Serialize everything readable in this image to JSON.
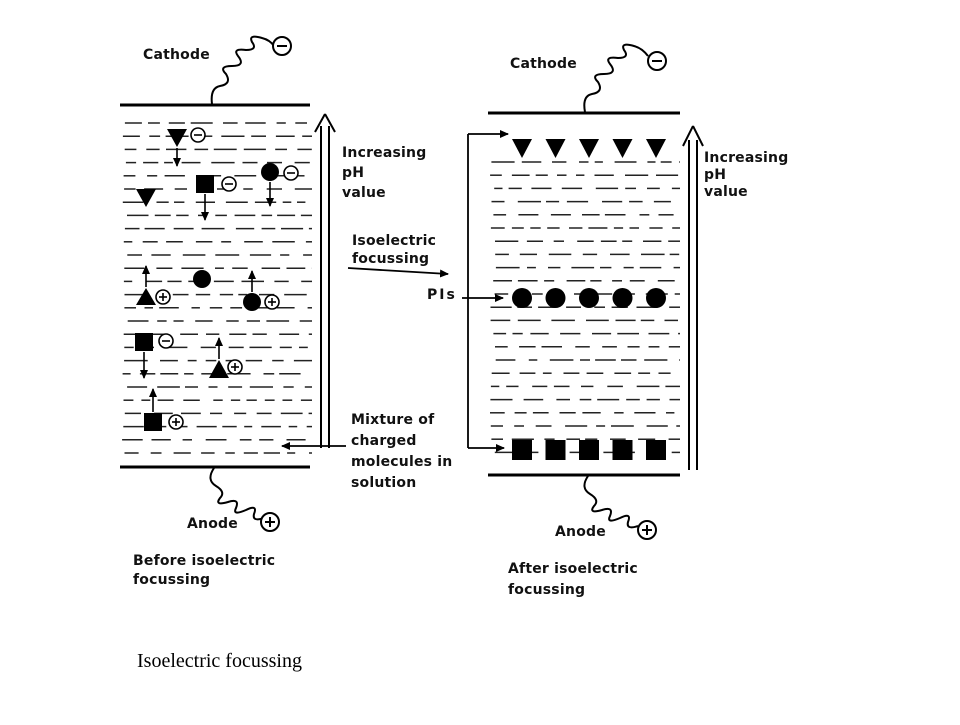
{
  "diagram": {
    "caption": "Isoelectric focussing",
    "before": {
      "cathode_label": "Cathode",
      "anode_label": "Anode",
      "ph_label": "Increasing\npH\nvalue",
      "title": "Before isoelectric\nfocussing",
      "mixture_label": "Mixture of\ncharged\nmolecules in\nsolution"
    },
    "process_label": "Isoelectric\nfocussing",
    "after": {
      "cathode_label": "Cathode",
      "anode_label": "Anode",
      "ph_label": "Increasing\npH\nvalue",
      "pis_label": "PIs",
      "title": "After isoelectric\nfocussing"
    },
    "charge_symbols": {
      "negative": "−",
      "positive": "+"
    },
    "legend_shapes": [
      "triangle",
      "circle",
      "square"
    ],
    "after_band_count": 5
  }
}
